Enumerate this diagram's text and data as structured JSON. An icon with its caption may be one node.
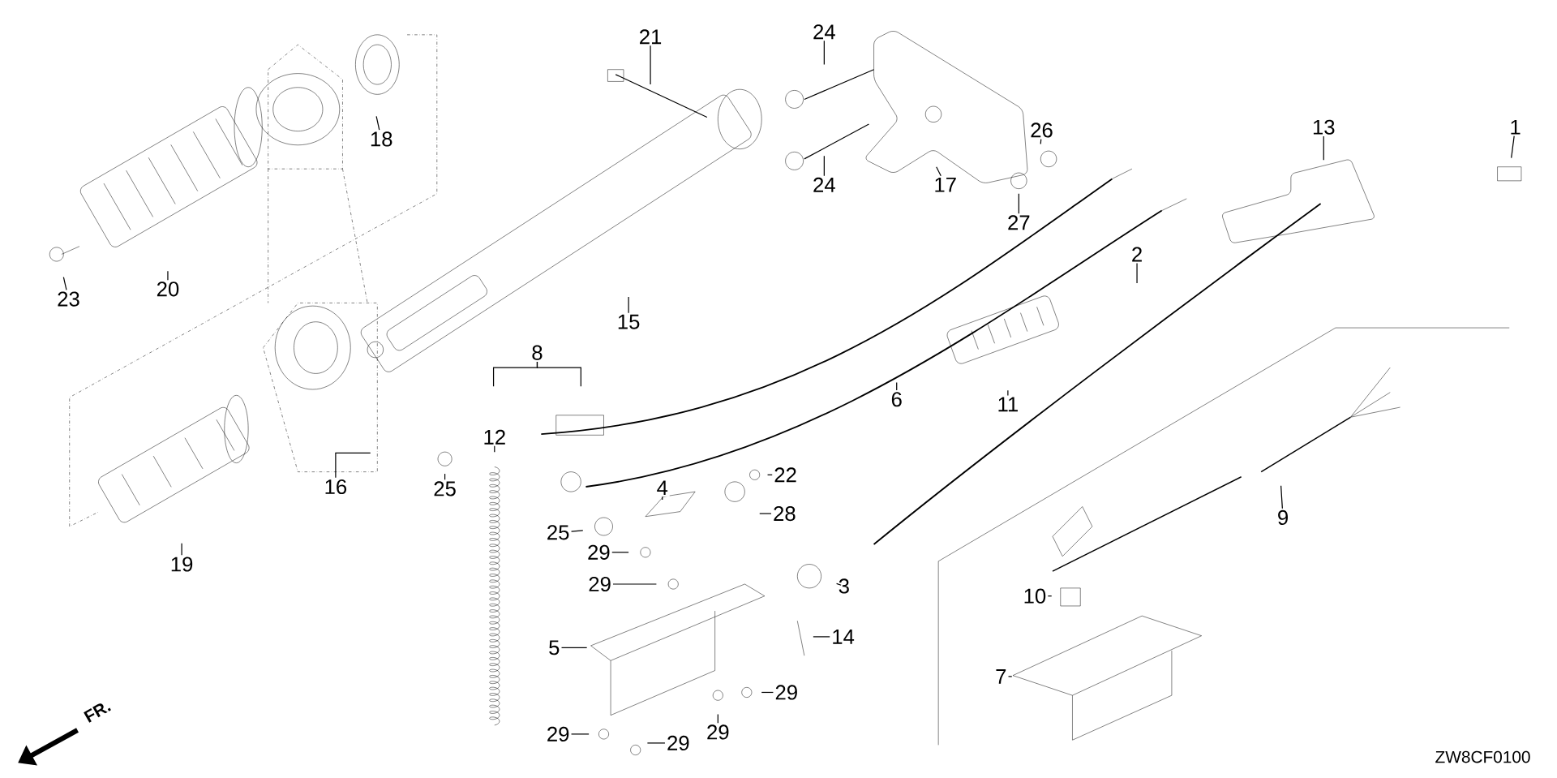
{
  "diagram": {
    "nodes": [
      {
        "text": [
          "21"
        ]
      },
      {
        "text": [
          "24"
        ]
      },
      {
        "text": [
          "18"
        ]
      },
      {
        "text": [
          "13"
        ]
      },
      {
        "text": [
          "1"
        ]
      },
      {
        "text": [
          "26"
        ]
      },
      {
        "text": [
          "24"
        ]
      },
      {
        "text": [
          "17"
        ]
      },
      {
        "text": [
          "27"
        ]
      },
      {
        "text": [
          "20"
        ]
      },
      {
        "text": [
          "23"
        ]
      },
      {
        "text": [
          "15"
        ]
      },
      {
        "text": [
          "2"
        ]
      },
      {
        "text": [
          "8"
        ]
      },
      {
        "text": [
          "6"
        ]
      },
      {
        "text": [
          "11"
        ]
      },
      {
        "text": [
          "12"
        ]
      },
      {
        "text": [
          "22"
        ]
      },
      {
        "text": [
          "16"
        ]
      },
      {
        "text": [
          "25"
        ]
      },
      {
        "text": [
          "4"
        ]
      },
      {
        "text": [
          "28"
        ]
      },
      {
        "text": [
          "9"
        ]
      },
      {
        "text": [
          "25"
        ]
      },
      {
        "text": [
          "29"
        ]
      },
      {
        "text": [
          "19"
        ]
      },
      {
        "text": [
          "29"
        ]
      },
      {
        "text": [
          "3"
        ]
      },
      {
        "text": [
          "10"
        ]
      },
      {
        "text": [
          "14"
        ]
      },
      {
        "text": [
          "5"
        ]
      },
      {
        "text": [
          "7"
        ]
      },
      {
        "text": [
          "29"
        ]
      },
      {
        "text": [
          "29"
        ]
      },
      {
        "text": [
          "29"
        ]
      },
      {
        "text": [
          "29"
        ]
      }
    ],
    "edges": [
      {
        "from": 0,
        "to": null,
        "arrow": "none"
      },
      {
        "from": 1,
        "to": null,
        "arrow": "none"
      },
      {
        "from": 2,
        "to": null,
        "arrow": "none"
      },
      {
        "from": 3,
        "to": null,
        "arrow": "none"
      },
      {
        "from": 4,
        "to": null,
        "arrow": "none"
      },
      {
        "from": 5,
        "to": null,
        "arrow": "none"
      },
      {
        "from": 6,
        "to": null,
        "arrow": "none"
      },
      {
        "from": 7,
        "to": null,
        "arrow": "none"
      },
      {
        "from": 8,
        "to": null,
        "arrow": "none"
      },
      {
        "from": 9,
        "to": null,
        "arrow": "none"
      },
      {
        "from": 10,
        "to": null,
        "arrow": "none"
      },
      {
        "from": 11,
        "to": null,
        "arrow": "none"
      },
      {
        "from": 12,
        "to": null,
        "arrow": "none"
      },
      {
        "from": 13,
        "to": null,
        "arrow": "none"
      },
      {
        "from": 14,
        "to": null,
        "arrow": "none"
      },
      {
        "from": 15,
        "to": null,
        "arrow": "none"
      },
      {
        "from": 16,
        "to": null,
        "arrow": "none"
      },
      {
        "from": 17,
        "to": null,
        "arrow": "none"
      },
      {
        "from": 18,
        "to": null,
        "arrow": "none"
      },
      {
        "from": 19,
        "to": null,
        "arrow": "none"
      },
      {
        "from": 20,
        "to": null,
        "arrow": "none"
      },
      {
        "from": 21,
        "to": null,
        "arrow": "none"
      },
      {
        "from": 22,
        "to": null,
        "arrow": "none"
      },
      {
        "from": 23,
        "to": null,
        "arrow": "none"
      },
      {
        "from": 24,
        "to": null,
        "arrow": "none"
      },
      {
        "from": 25,
        "to": null,
        "arrow": "none"
      },
      {
        "from": 26,
        "to": null,
        "arrow": "none"
      },
      {
        "from": 27,
        "to": null,
        "arrow": "none"
      },
      {
        "from": 28,
        "to": null,
        "arrow": "none"
      },
      {
        "from": 29,
        "to": null,
        "arrow": "none"
      },
      {
        "from": 30,
        "to": null,
        "arrow": "none"
      },
      {
        "from": 31,
        "to": null,
        "arrow": "none"
      },
      {
        "from": 32,
        "to": null,
        "arrow": "none"
      },
      {
        "from": 33,
        "to": null,
        "arrow": "none"
      },
      {
        "from": 34,
        "to": null,
        "arrow": "none"
      },
      {
        "from": 35,
        "to": null,
        "arrow": "none"
      },
      {
        "from": 13,
        "to": null,
        "arrow": "none"
      }
    ],
    "labels": [
      "FR.",
      "ZW8CF0100"
    ]
  }
}
